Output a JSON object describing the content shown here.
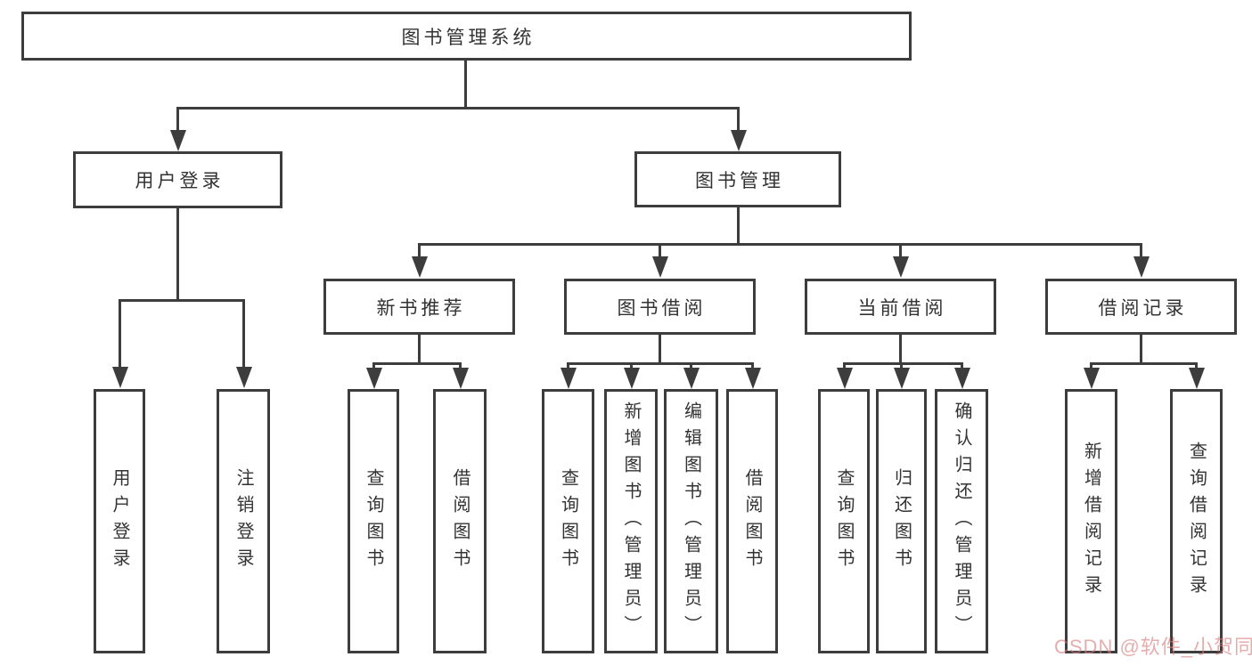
{
  "tree": {
    "label": "图书管理系统",
    "children": [
      {
        "label": "用户登录",
        "children": [
          {
            "label": "用户登录"
          },
          {
            "label": "注销登录"
          }
        ]
      },
      {
        "label": "图书管理",
        "children": [
          {
            "label": "新书推荐",
            "children": [
              {
                "label": "查询图书"
              },
              {
                "label": "借阅图书"
              }
            ]
          },
          {
            "label": "图书借阅",
            "children": [
              {
                "label": "查询图书"
              },
              {
                "label": "新增图书（管理员）"
              },
              {
                "label": "编辑图书（管理员）"
              },
              {
                "label": "借阅图书"
              }
            ]
          },
          {
            "label": "当前借阅",
            "children": [
              {
                "label": "查询图书"
              },
              {
                "label": "归还图书"
              },
              {
                "label": "确认归还（管理员）"
              }
            ]
          },
          {
            "label": "借阅记录",
            "children": [
              {
                "label": "新增借阅记录"
              },
              {
                "label": "查询借阅记录"
              }
            ]
          }
        ]
      }
    ]
  },
  "watermark": {
    "text": "CSDN @软件_小贺同学"
  },
  "colors": {
    "line": "#3d3d3d",
    "box_border": "#3d3d3d",
    "text": "#333333",
    "background": "#ffffff",
    "watermark": "#d67a7a"
  }
}
